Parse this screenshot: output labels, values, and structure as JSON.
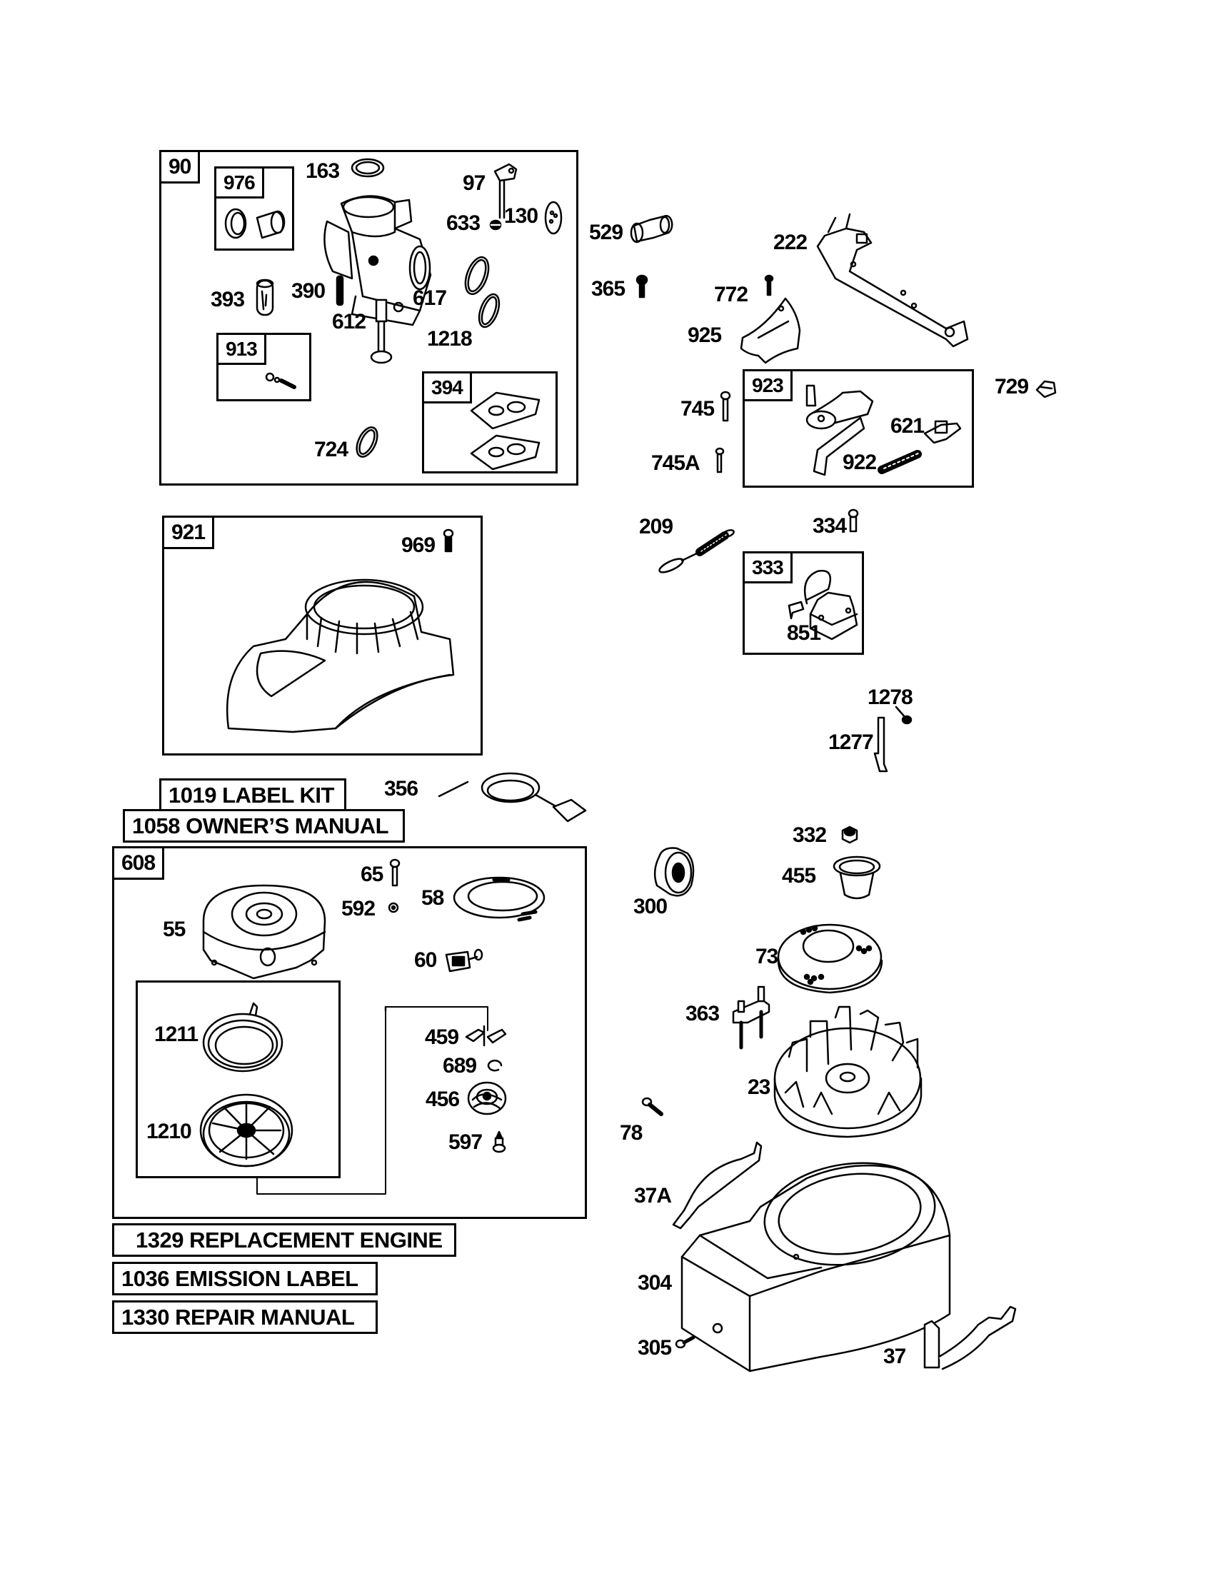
{
  "diagram": {
    "kits": [
      {
        "id": "90",
        "contains": [
          "976",
          "163",
          "97",
          "633",
          "130",
          "393",
          "390",
          "612",
          "617",
          "1218",
          "913",
          "724",
          "394"
        ]
      },
      {
        "id": "976"
      },
      {
        "id": "913"
      },
      {
        "id": "394"
      },
      {
        "id": "923",
        "contains": [
          "621",
          "922"
        ]
      },
      {
        "id": "921",
        "contains": [
          "969"
        ]
      },
      {
        "id": "333",
        "contains": [
          "851"
        ]
      },
      {
        "id": "608",
        "contains": [
          "55",
          "65",
          "592",
          "58",
          "60",
          "1211",
          "1210",
          "459",
          "689",
          "456",
          "597"
        ]
      }
    ],
    "parts": {
      "p163": "163",
      "p97": "97",
      "p633": "633",
      "p130": "130",
      "p393": "393",
      "p390": "390",
      "p617": "617",
      "p612": "612",
      "p1218": "1218",
      "p724": "724",
      "p529": "529",
      "p365": "365",
      "p222": "222",
      "p772": "772",
      "p925": "925",
      "p745": "745",
      "p745A": "745A",
      "p729": "729",
      "p621": "621",
      "p922": "922",
      "p969": "969",
      "p209": "209",
      "p334": "334",
      "p851": "851",
      "p1278": "1278",
      "p1277": "1277",
      "p356": "356",
      "p65": "65",
      "p592": "592",
      "p58": "58",
      "p55": "55",
      "p60": "60",
      "p1211": "1211",
      "p1210": "1210",
      "p459": "459",
      "p689": "689",
      "p456": "456",
      "p597": "597",
      "p332": "332",
      "p455": "455",
      "p300": "300",
      "p73": "73",
      "p363": "363",
      "p23": "23",
      "p78": "78",
      "p37A": "37A",
      "p304": "304",
      "p305": "305",
      "p37": "37"
    },
    "notes": {
      "label_kit": "1019 LABEL KIT",
      "owners_manual": "1058 OWNER’S MANUAL",
      "replacement_engine": "1329 REPLACEMENT ENGINE",
      "emission_label": "1036 EMISSION LABEL",
      "repair_manual": "1330 REPAIR MANUAL"
    }
  }
}
